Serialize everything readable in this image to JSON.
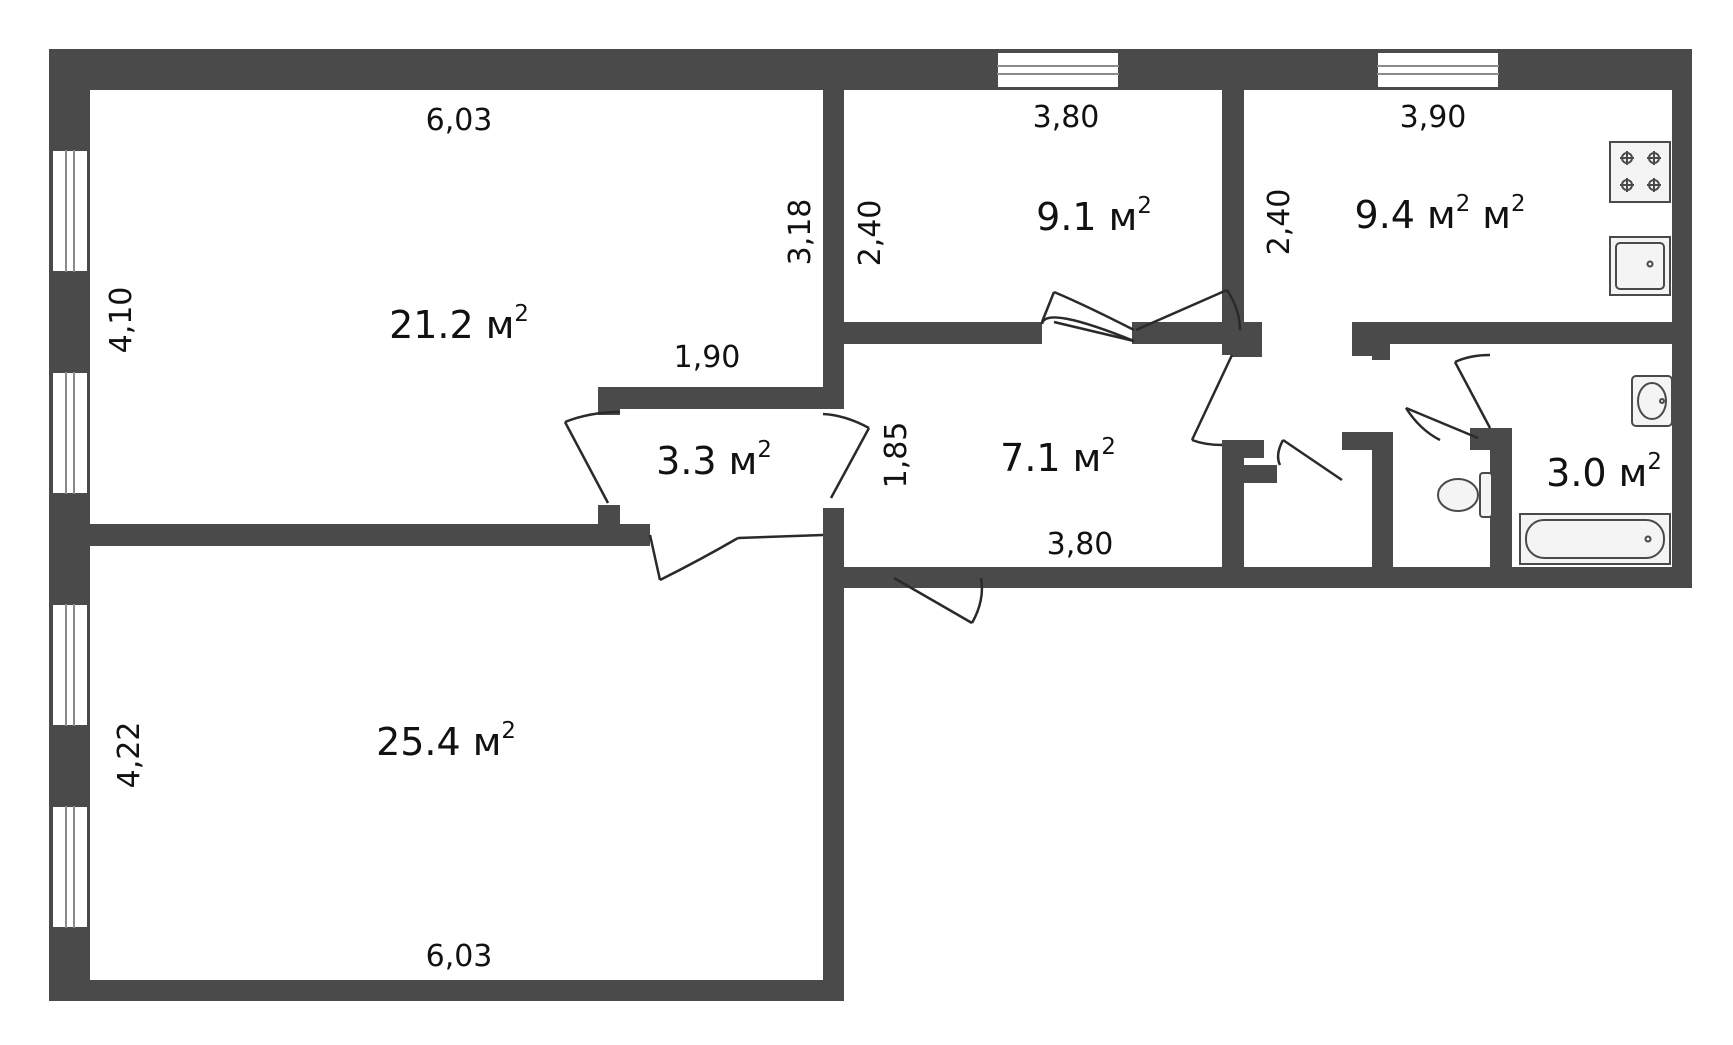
{
  "colors": {
    "wall": "#4a4a4a",
    "line": "#2a2a2a",
    "background": "#ffffff"
  },
  "dimensions": {
    "room1_top": "6,03",
    "room1_left": "4,10",
    "room1_right": "3,18",
    "closet_top": "1,90",
    "closet_right": "1,85",
    "room2_left": "4,22",
    "room2_bottom": "6,03",
    "room3_top": "3,80",
    "room3_left": "2,40",
    "kitchen_top": "3,90",
    "kitchen_left": "2,40",
    "hall_bottom": "3,80"
  },
  "areas": {
    "room1": {
      "value": "21.2 м",
      "sup": "2"
    },
    "room2": {
      "value": "25.4 м",
      "sup": "2"
    },
    "room3": {
      "value": "9.1 м",
      "sup": "2"
    },
    "kitchen": {
      "value": "9.4 м",
      "sup": "2",
      "extra": " м",
      "extra_sup": "2"
    },
    "closet": {
      "value": "3.3 м",
      "sup": "2"
    },
    "hall": {
      "value": "7.1 м",
      "sup": "2"
    },
    "bathroom": {
      "value": "3.0 м",
      "sup": "2"
    }
  },
  "fixtures": [
    "stove-icon",
    "kitchen-sink-icon",
    "bathroom-sink-icon",
    "toilet-icon",
    "bathtub-icon"
  ]
}
